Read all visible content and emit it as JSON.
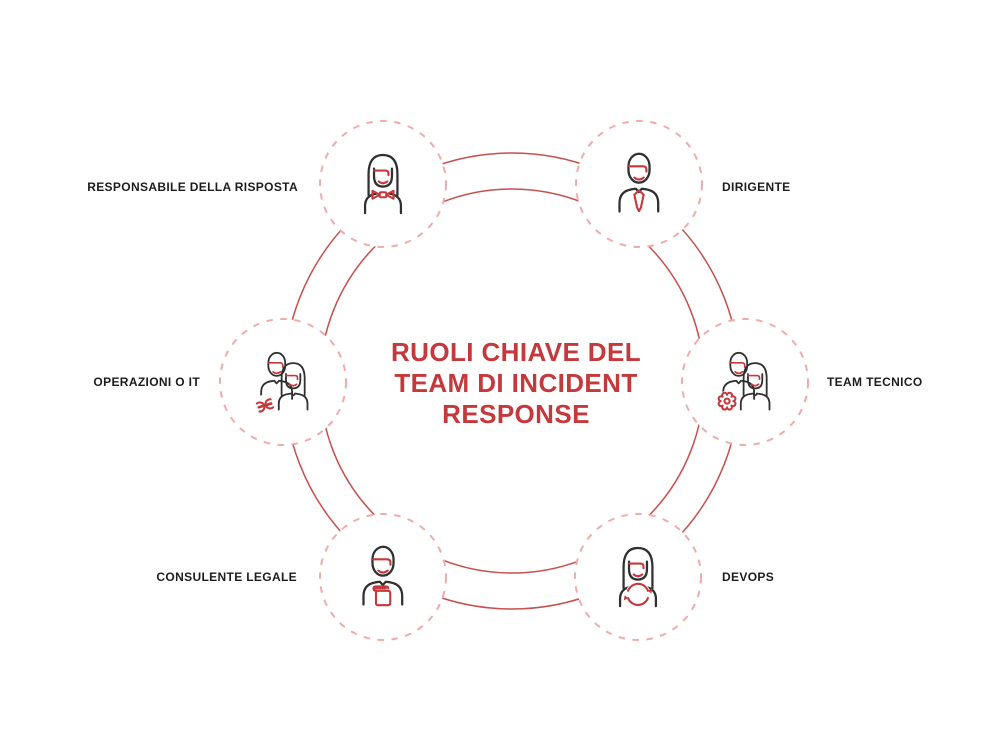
{
  "title": {
    "line1": "RUOLI CHIAVE DEL",
    "line2": "TEAM DI INCIDENT",
    "line3": "RESPONSE"
  },
  "roles": [
    {
      "label": "RESPONSABILE DELLA RISPOSTA",
      "icon": "woman-with-bow",
      "position": "top-left"
    },
    {
      "label": "DIRIGENTE",
      "icon": "man-with-tie",
      "position": "top-right"
    },
    {
      "label": "TEAM TECNICO",
      "icon": "two-people-with-gear",
      "position": "right"
    },
    {
      "label": "DEVOPS",
      "icon": "woman-with-refresh-arrows",
      "position": "bottom-right"
    },
    {
      "label": "CONSULENTE LEGALE",
      "icon": "man-with-book",
      "position": "bottom-left"
    },
    {
      "label": "OPERAZIONI O IT",
      "icon": "two-people-with-wrench",
      "position": "left"
    }
  ],
  "colors": {
    "accent_red": "#C5383C",
    "ring_red": "#C4403E",
    "dashed_pink": "#EFACAD",
    "icon_dark": "#303030",
    "label_dark": "#1D1D1D",
    "background": "#FFFFFF"
  }
}
